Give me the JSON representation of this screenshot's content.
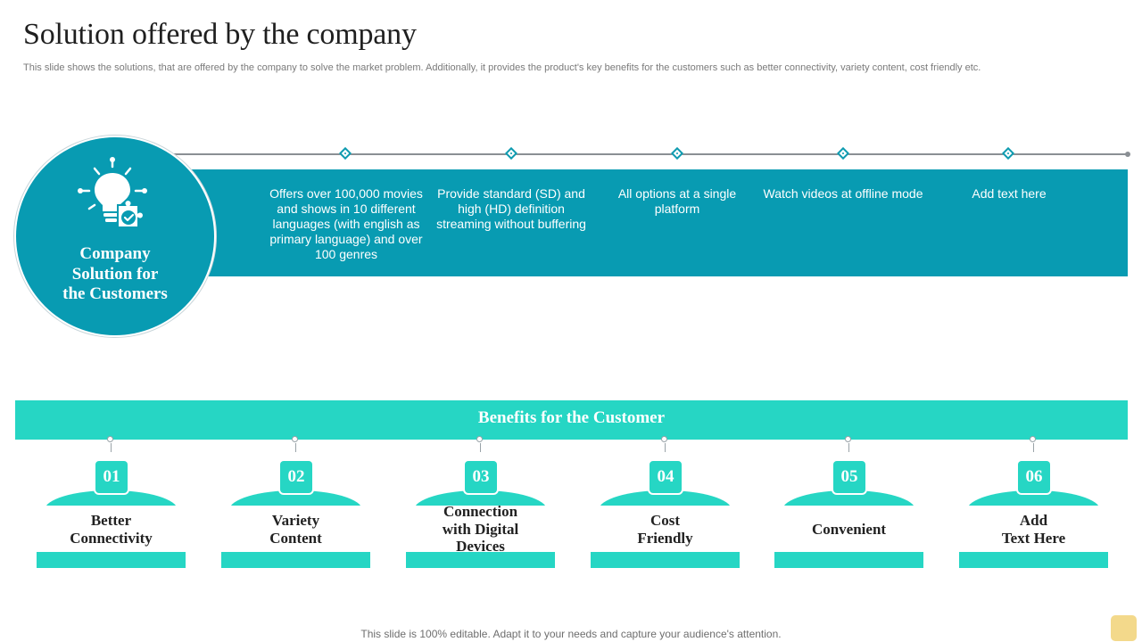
{
  "header": {
    "title": "Solution offered by the company",
    "subtitle": "This slide shows the solutions, that are offered by the company to solve the market problem. Additionally, it provides the product's key benefits for the customers such as better connectivity, variety content, cost friendly etc."
  },
  "hero": {
    "icon": "lightbulb-check-icon",
    "label_line1": "Company",
    "label_line2": "Solution for",
    "label_line3": "the Customers"
  },
  "solutions": [
    {
      "text": "Offers over 100,000 movies and shows in 10 different languages (with english as primary language) and over 100 genres"
    },
    {
      "text": "Provide standard (SD) and high (HD) definition streaming without buffering"
    },
    {
      "text": "All options at a single platform"
    },
    {
      "text": "Watch videos at offline mode"
    },
    {
      "text": "Add text here"
    }
  ],
  "benefits": {
    "title": "Benefits for the Customer",
    "items": [
      {
        "num": "01",
        "line1": "Better",
        "line2": "Connectivity"
      },
      {
        "num": "02",
        "line1": "Variety",
        "line2": "Content"
      },
      {
        "num": "03",
        "line1": "Connection",
        "line2": "with Digital",
        "line3": "Devices"
      },
      {
        "num": "04",
        "line1": "Cost",
        "line2": "Friendly"
      },
      {
        "num": "05",
        "line1": "Convenient"
      },
      {
        "num": "06",
        "line1": "Add",
        "line2": "Text Here"
      }
    ]
  },
  "footer": {
    "note": "This slide is 100% editable. Adapt it to your needs and capture your audience's attention."
  },
  "colors": {
    "primary_teal": "#089bb2",
    "accent_turquoise": "#26d6c4",
    "badge_yellow": "#f3d98b"
  }
}
